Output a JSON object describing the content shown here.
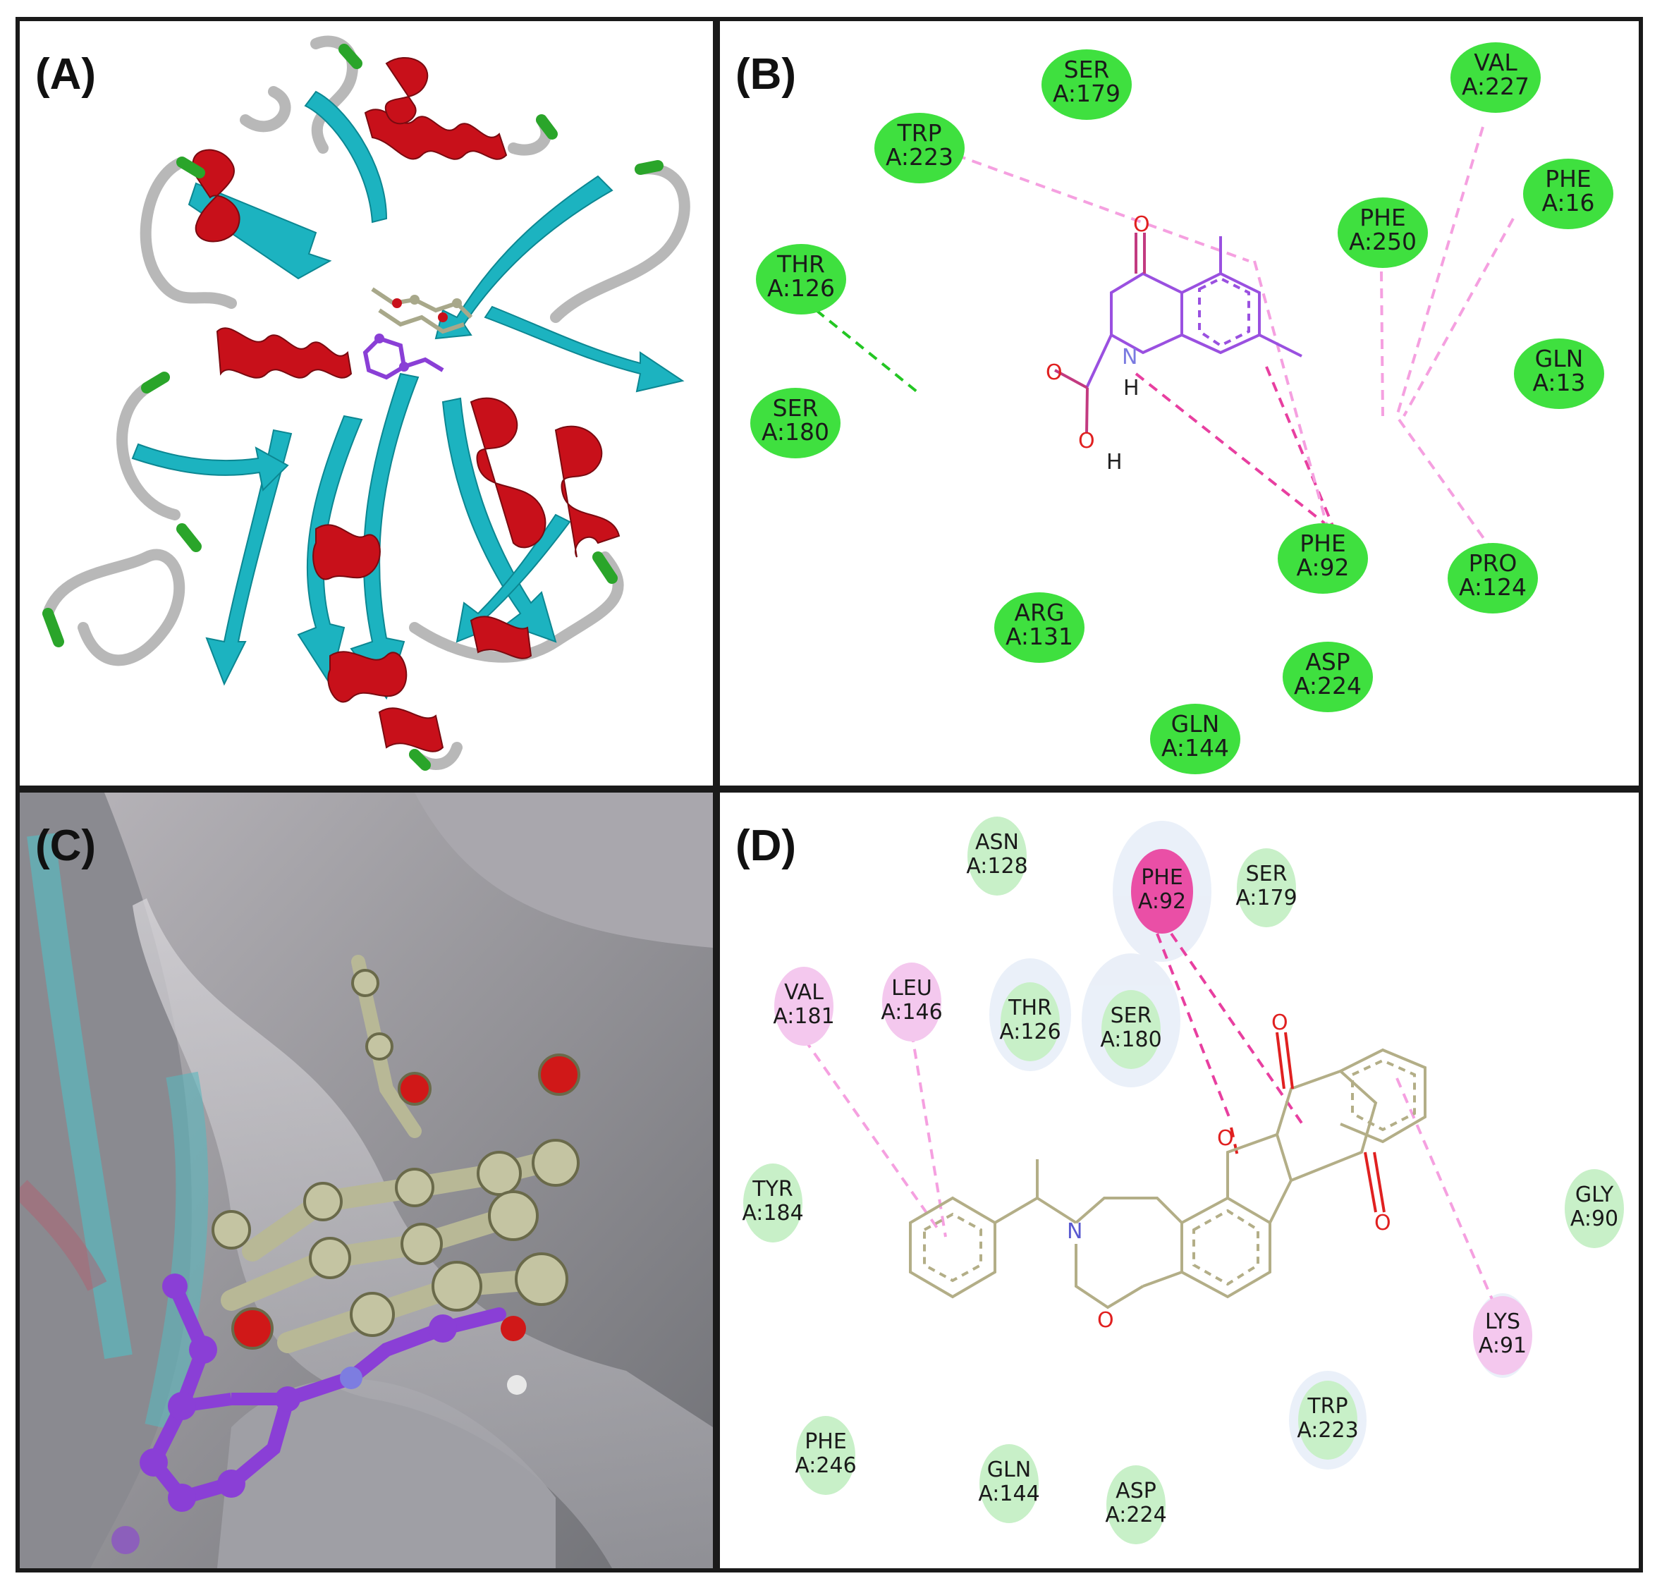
{
  "panels": {
    "a": {
      "label": "(A)"
    },
    "b": {
      "label": "(B)",
      "residues": [
        {
          "name": "SER",
          "id": "A:179"
        },
        {
          "name": "VAL",
          "id": "A:227"
        },
        {
          "name": "TRP",
          "id": "A:223"
        },
        {
          "name": "PHE",
          "id": "A:16"
        },
        {
          "name": "PHE",
          "id": "A:250"
        },
        {
          "name": "THR",
          "id": "A:126"
        },
        {
          "name": "GLN",
          "id": "A:13"
        },
        {
          "name": "SER",
          "id": "A:180"
        },
        {
          "name": "PHE",
          "id": "A:92"
        },
        {
          "name": "PRO",
          "id": "A:124"
        },
        {
          "name": "ARG",
          "id": "A:131"
        },
        {
          "name": "ASP",
          "id": "A:224"
        },
        {
          "name": "GLN",
          "id": "A:144"
        }
      ],
      "atoms": [
        "O",
        "O",
        "N",
        "O",
        "H",
        "H"
      ]
    },
    "c": {
      "label": "(C)"
    },
    "d": {
      "label": "(D)",
      "residues": [
        {
          "name": "ASN",
          "id": "A:128"
        },
        {
          "name": "PHE",
          "id": "A:92"
        },
        {
          "name": "SER",
          "id": "A:179"
        },
        {
          "name": "VAL",
          "id": "A:181"
        },
        {
          "name": "LEU",
          "id": "A:146"
        },
        {
          "name": "THR",
          "id": "A:126"
        },
        {
          "name": "SER",
          "id": "A:180"
        },
        {
          "name": "TYR",
          "id": "A:184"
        },
        {
          "name": "GLY",
          "id": "A:90"
        },
        {
          "name": "LYS",
          "id": "A:91"
        },
        {
          "name": "TRP",
          "id": "A:223"
        },
        {
          "name": "PHE",
          "id": "A:246"
        },
        {
          "name": "GLN",
          "id": "A:144"
        },
        {
          "name": "ASP",
          "id": "A:224"
        }
      ],
      "atoms": [
        "O",
        "O",
        "O",
        "O",
        "N"
      ]
    }
  },
  "colors": {
    "helix": "#c8101a",
    "sheet": "#1cb3c0",
    "turn": "#2aa52a",
    "coil": "#b5b5b5",
    "ligand_purple": "#8a3fd6",
    "ligand_tan": "#9c9c78",
    "residue_green": "#3fe03f",
    "residue_pink": "#ea4fa6"
  }
}
